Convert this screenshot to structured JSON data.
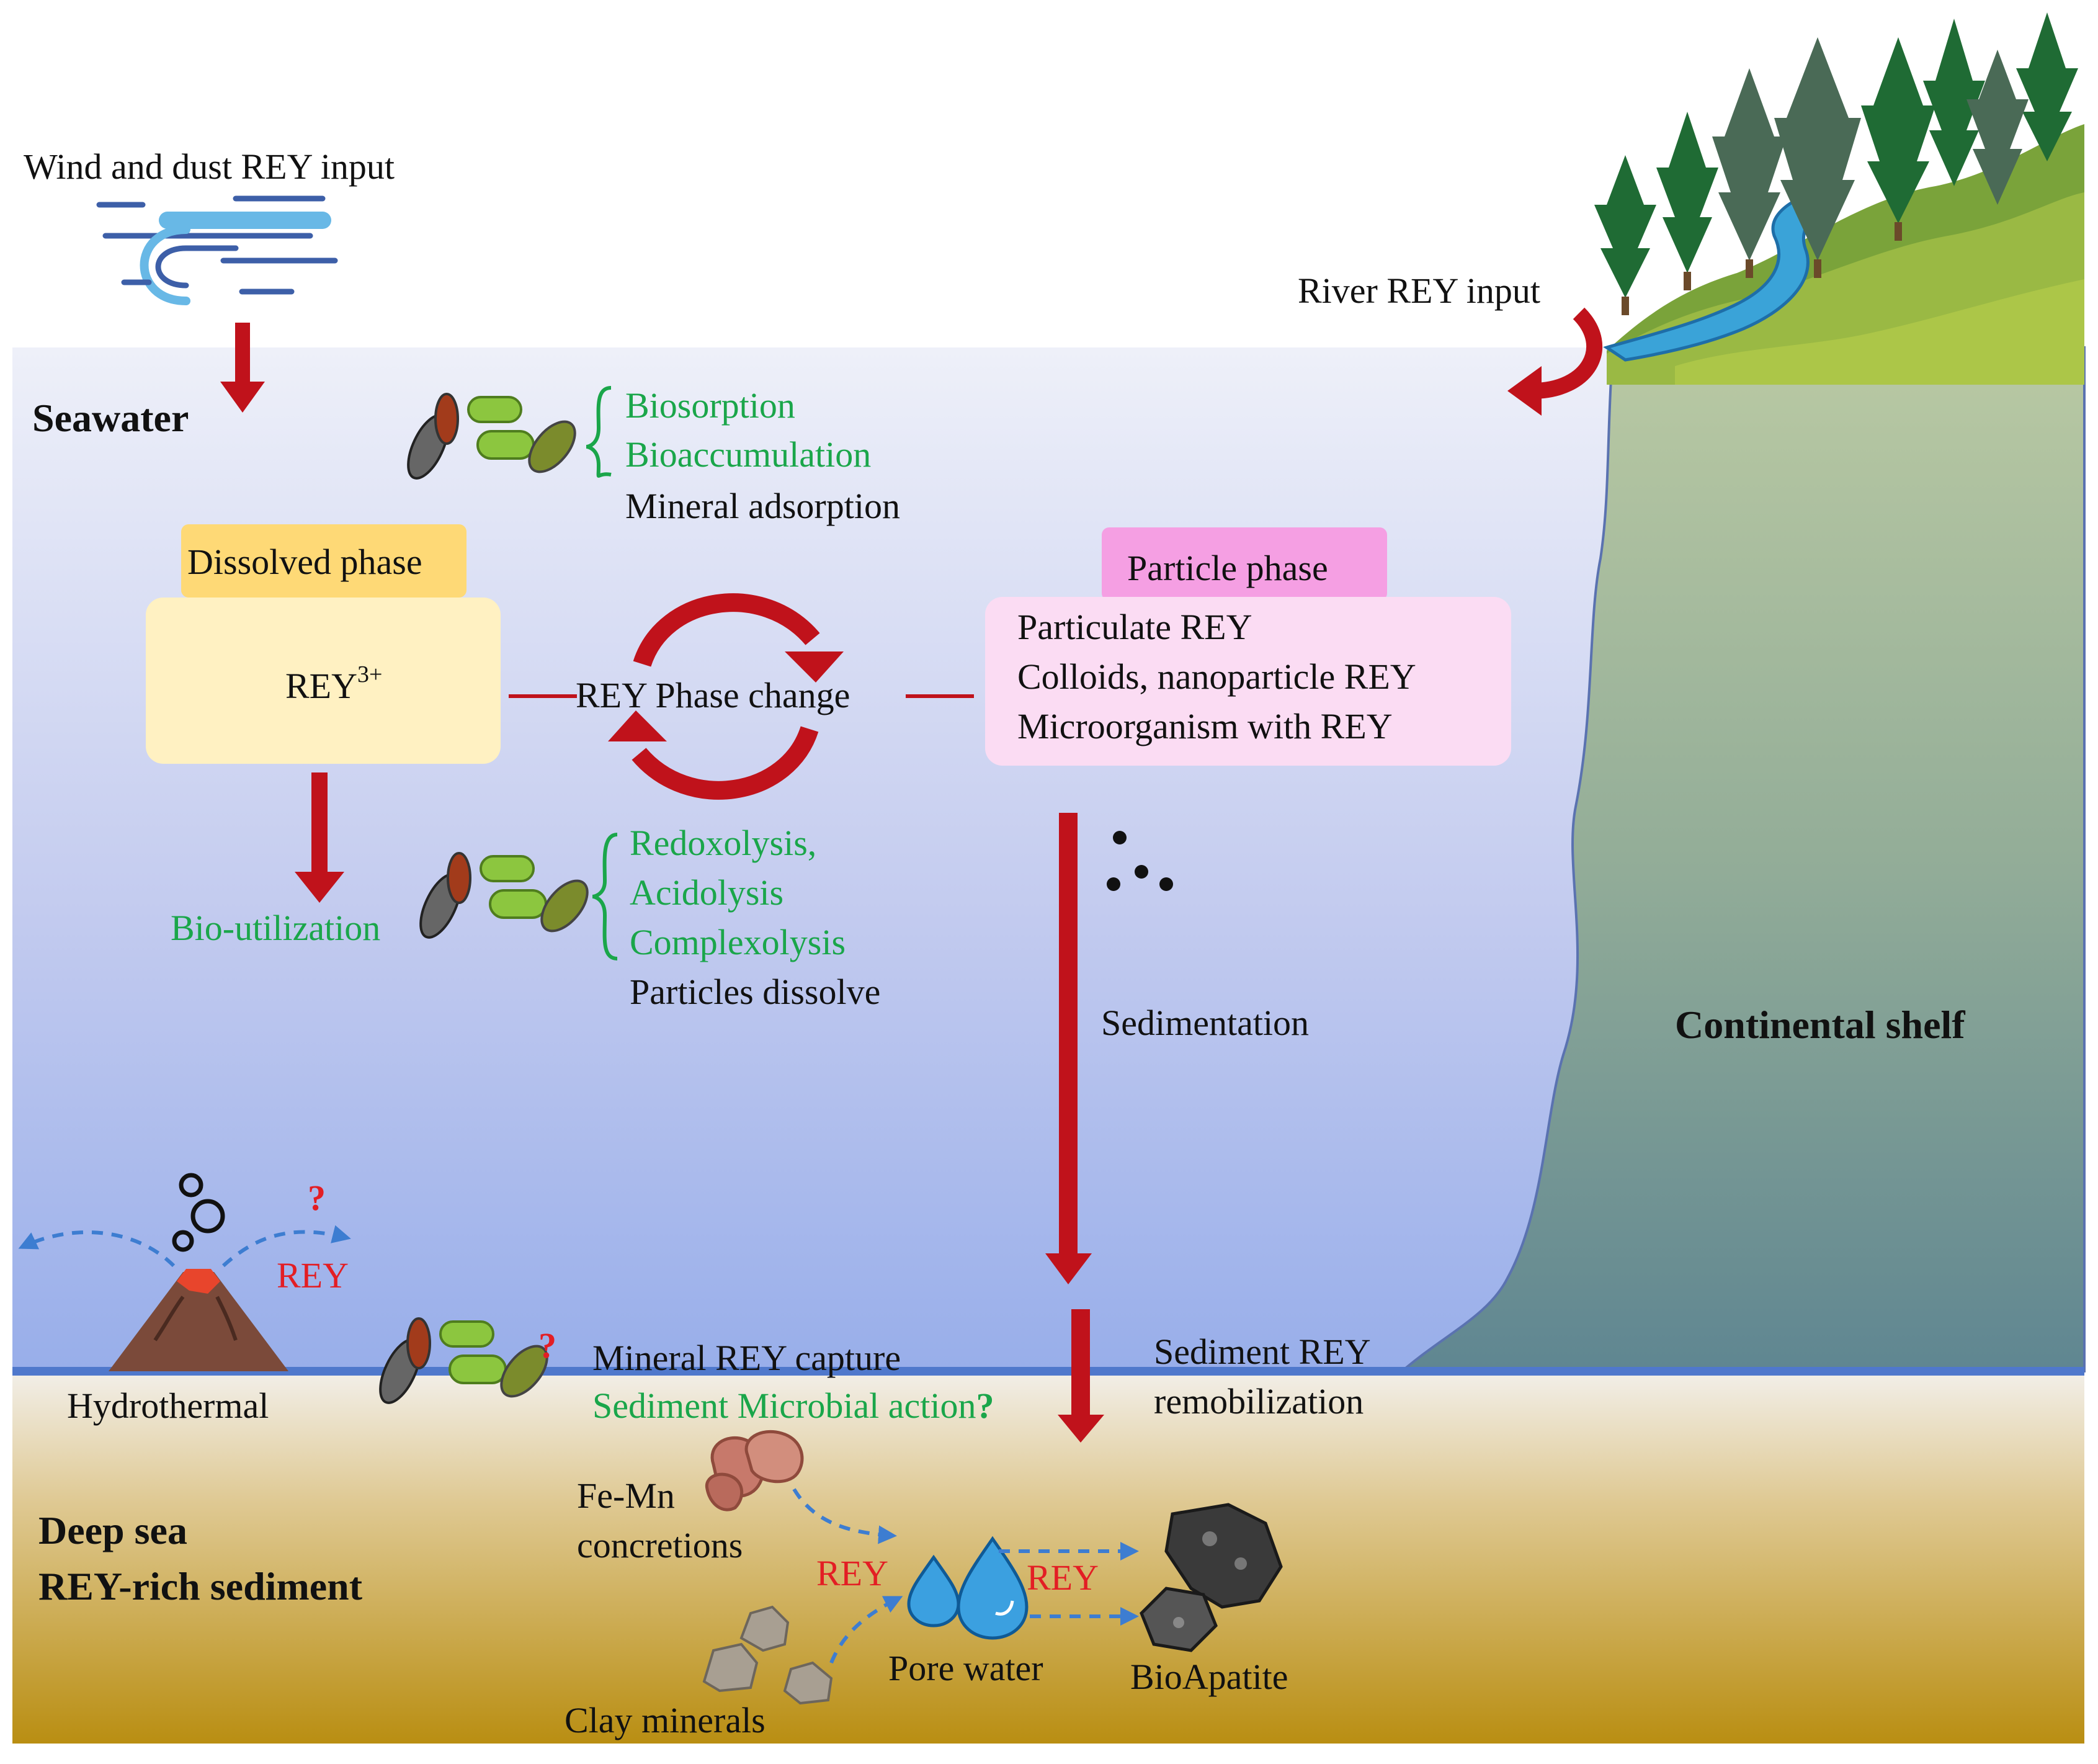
{
  "labels": {
    "wind": "Wind and dust REY input",
    "river": "River REY input",
    "seawater": "Seawater",
    "biosorption": "Biosorption",
    "bioaccumulation": "Bioaccumulation",
    "mineral_adsorption": "Mineral adsorption",
    "dissolved_phase": "Dissolved phase",
    "rey3_base": "REY",
    "rey3_sup": "3+",
    "phase_change": "REY Phase change",
    "particle_phase": "Particle phase",
    "particulate_rey": "Particulate REY",
    "colloids": "Colloids, nanoparticle REY",
    "microorganism": "Microorganism with REY",
    "bio_utilization": "Bio-utilization",
    "redoxolysis": "Redoxolysis,",
    "acidolysis": "Acidolysis",
    "complexolysis": "Complexolysis",
    "particles_dissolve": "Particles dissolve",
    "sedimentation": "Sedimentation",
    "continental_shelf": "Continental shelf",
    "question_mark": "?",
    "rey_hydro": "REY",
    "hydrothermal": "Hydrothermal",
    "mineral_capture": "Mineral REY capture",
    "sediment_microbial": "Sediment Microbial action",
    "sediment_rey": "Sediment REY",
    "remobilization": "remobilization",
    "deep_sea": "Deep sea",
    "rey_rich": "REY-rich sediment",
    "femn": "Fe-Mn",
    "concretions": "concretions",
    "rey_pore_left": "REY",
    "rey_pore_right": "REY",
    "pore_water": "Pore water",
    "bioapatite": "BioApatite",
    "clay_minerals": "Clay minerals"
  },
  "colors": {
    "arrow_red": "#c0121b",
    "green_text": "#1aa64a",
    "red_text": "#e31e24",
    "dashed_blue": "#3d7dd1",
    "dissolved_box": "#fff1c2",
    "dissolved_tab": "#fed976",
    "particle_box": "#fbdcf3",
    "particle_tab": "#f59fe3"
  }
}
